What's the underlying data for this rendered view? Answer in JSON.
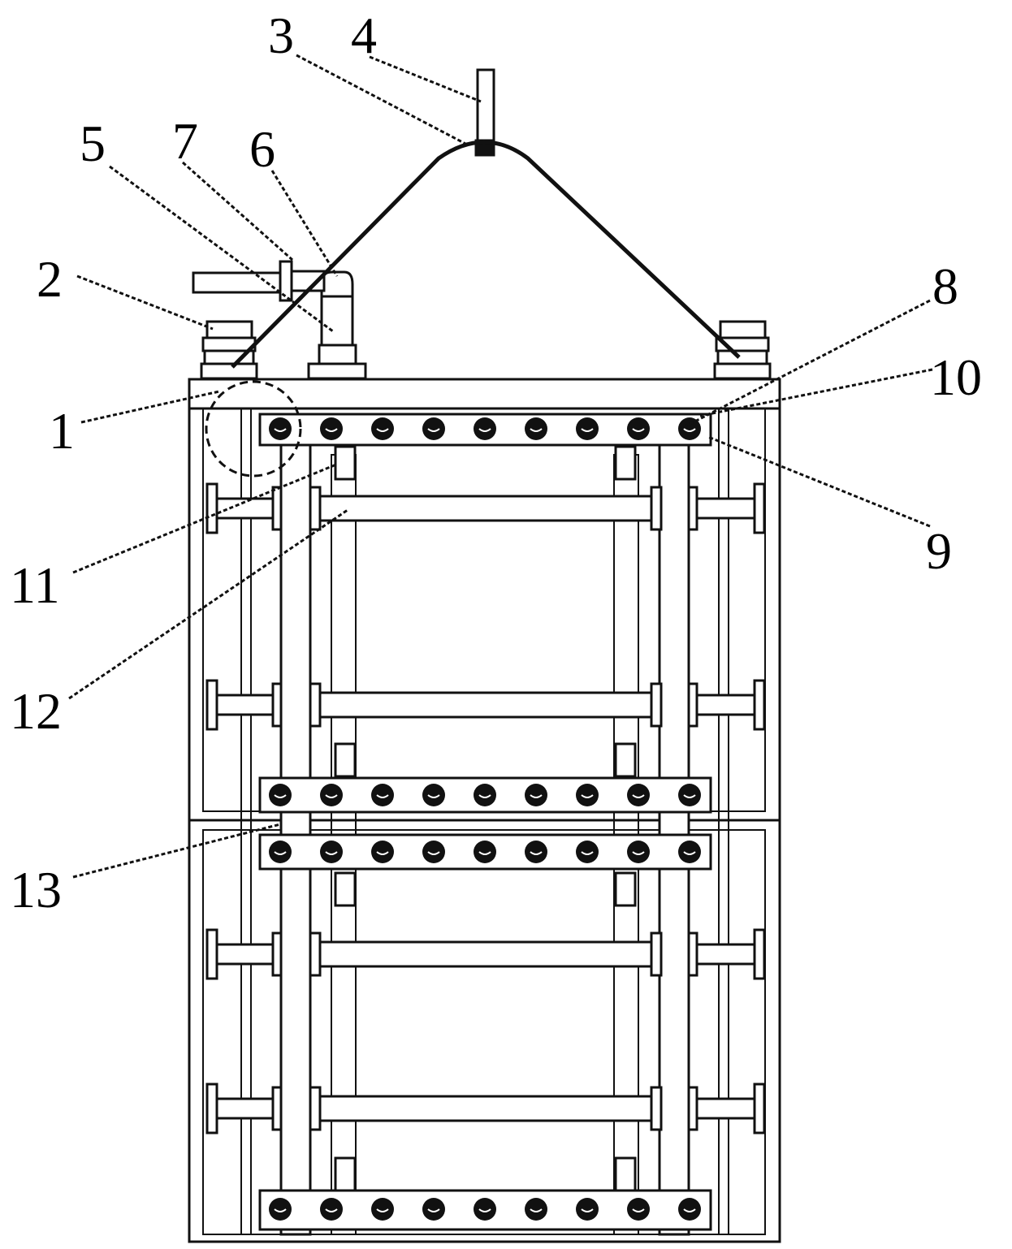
{
  "labels": [
    {
      "id": "1",
      "text": "1"
    },
    {
      "id": "2",
      "text": "2"
    },
    {
      "id": "3",
      "text": "3"
    },
    {
      "id": "4",
      "text": "4"
    },
    {
      "id": "5",
      "text": "5"
    },
    {
      "id": "6",
      "text": "6"
    },
    {
      "id": "7",
      "text": "7"
    },
    {
      "id": "8",
      "text": "8"
    },
    {
      "id": "9",
      "text": "9"
    },
    {
      "id": "10",
      "text": "10"
    },
    {
      "id": "11",
      "text": "11"
    },
    {
      "id": "12",
      "text": "12"
    },
    {
      "id": "13",
      "text": "13"
    }
  ],
  "colors": {
    "line": "#111111",
    "background": "#ffffff"
  }
}
